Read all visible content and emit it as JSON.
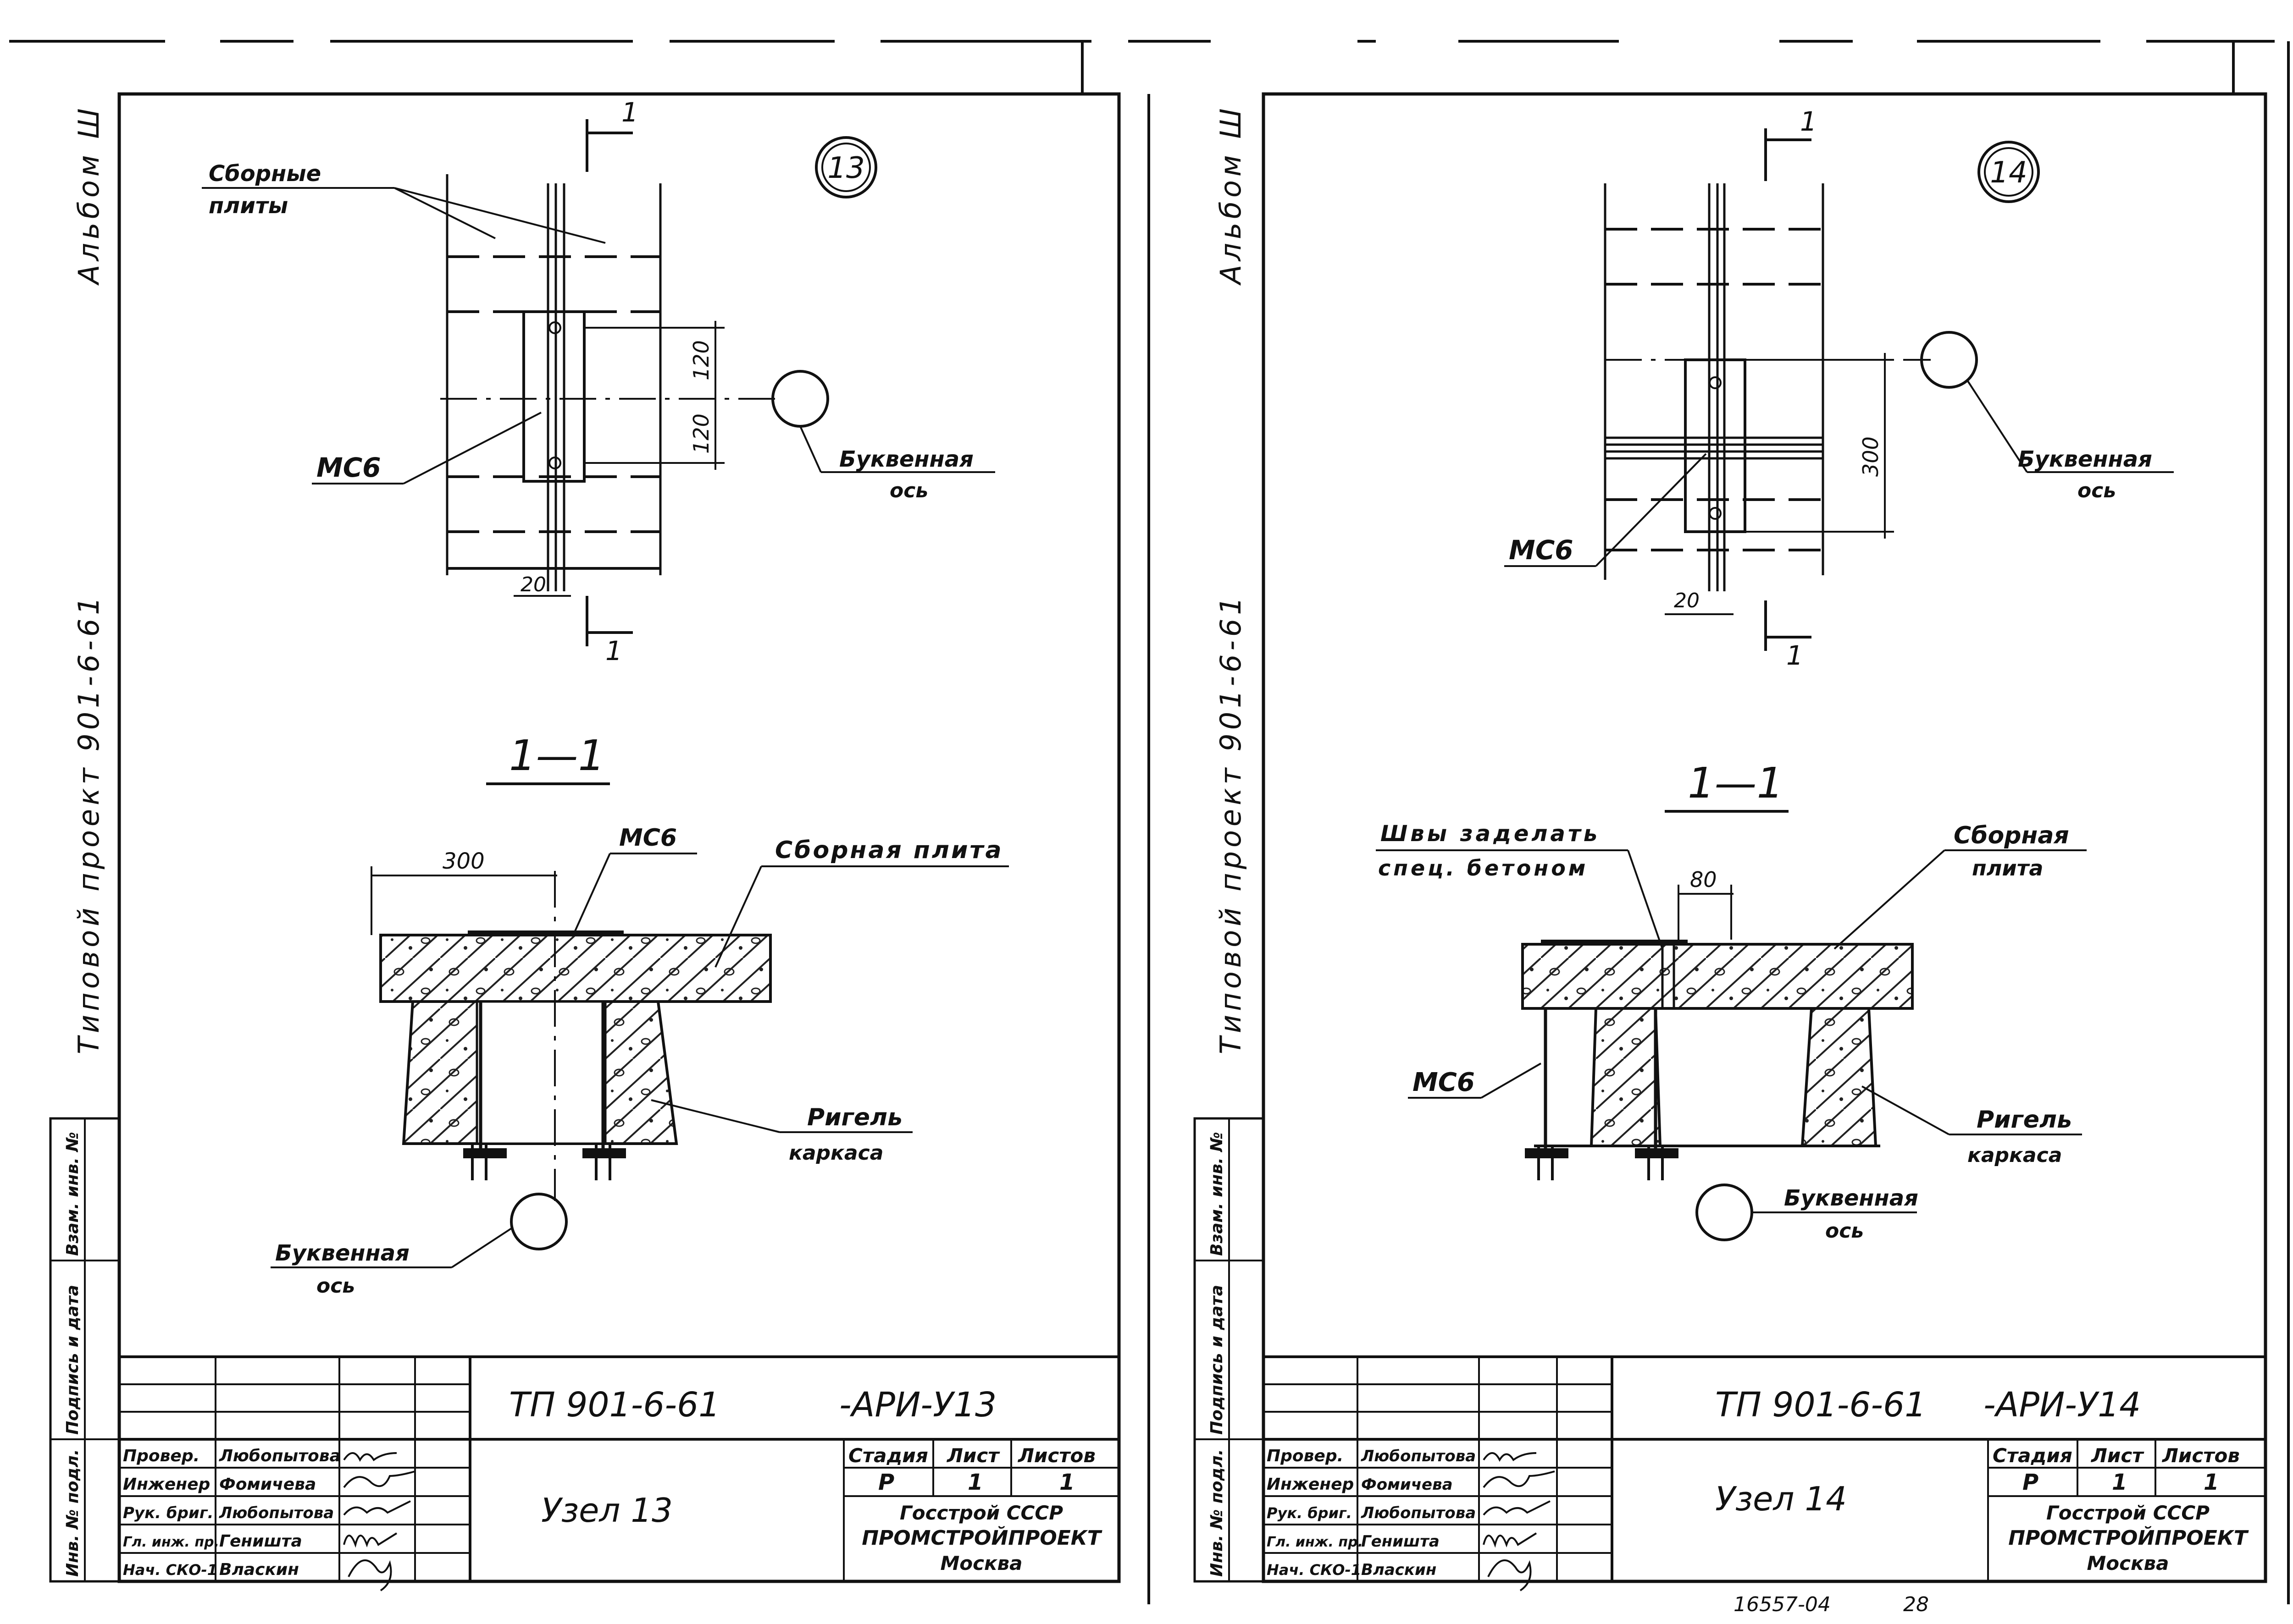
{
  "top_marks": [],
  "sheets": [
    {
      "side_title": "Типовой проект 901-6-61",
      "side_album": "Альбом Ш",
      "stamp_col_1": "Инв. № подл.",
      "stamp_col_2": "Подпись и дата",
      "stamp_col_3": "Взам. инв. №",
      "node_number": "13",
      "section_mark": "1",
      "section_title": "1—1",
      "label_plates": "Сборные",
      "label_plates_2": "плиты",
      "label_ms6": "МС6",
      "label_axis": "Буквенная",
      "label_axis_2": "ось",
      "dim_120a": "120",
      "dim_120b": "120",
      "dim_20": "20",
      "dim_300": "300",
      "label_ms6_sec": "МС6",
      "label_plate_sec": "Сборная плита",
      "label_girder": "Ригель",
      "label_girder_2": "каркаса",
      "label_axis_sec": "Буквенная",
      "label_axis_sec_2": "ось",
      "doc_code": "ТП 901-6-61",
      "doc_suffix": "-АРИ-У13",
      "sheet_title": "Узел 13",
      "col_stage": "Стадия",
      "col_sheet": "Лист",
      "col_sheets": "Листов",
      "val_stage": "Р",
      "val_sheet": "1",
      "val_sheets": "1",
      "org_1": "Госстрой СССР",
      "org_2": "ПРОМСТРОЙПРОЕКТ",
      "org_3": "Москва",
      "staff": [
        {
          "role": "Провер.",
          "name": "Любопытова"
        },
        {
          "role": "Инженер",
          "name": "Фомичева"
        },
        {
          "role": "Рук. бриг.",
          "name": "Любопытова"
        },
        {
          "role": "Гл. инж. пр.",
          "name": "Геништа"
        },
        {
          "role": "Нач. СКО-1",
          "name": "Власкин"
        }
      ]
    },
    {
      "side_title": "Типовой проект 901-6-61",
      "side_album": "Альбом Ш",
      "stamp_col_1": "Инв. № подл.",
      "stamp_col_2": "Подпись и дата",
      "stamp_col_3": "Взам. инв. №",
      "node_number": "14",
      "section_mark": "1",
      "section_title": "1—1",
      "label_ms6": "МС6",
      "label_axis": "Буквенная",
      "label_axis_2": "ось",
      "dim_300": "300",
      "dim_20": "20",
      "label_seams": "Швы заделать",
      "label_seams_2": "спец. бетоном",
      "dim_80": "80",
      "label_plate_sec": "Сборная",
      "label_plate_sec_2": "плита",
      "label_ms6_sec": "МС6",
      "label_girder": "Ригель",
      "label_girder_2": "каркаса",
      "label_axis_sec": "Буквенная",
      "label_axis_sec_2": "ось",
      "doc_code": "ТП 901-6-61",
      "doc_suffix": "-АРИ-У14",
      "sheet_title": "Узел 14",
      "col_stage": "Стадия",
      "col_sheet": "Лист",
      "col_sheets": "Листов",
      "val_stage": "Р",
      "val_sheet": "1",
      "val_sheets": "1",
      "org_1": "Госстрой СССР",
      "org_2": "ПРОМСТРОЙПРОЕКТ",
      "org_3": "Москва",
      "footer_code": "16557-04",
      "footer_page": "28",
      "staff": [
        {
          "role": "Провер.",
          "name": "Любопытова"
        },
        {
          "role": "Инженер",
          "name": "Фомичева"
        },
        {
          "role": "Рук. бриг.",
          "name": "Любопытова"
        },
        {
          "role": "Гл. инж. пр.",
          "name": "Геништа"
        },
        {
          "role": "Нач. СКО-1",
          "name": "Власкин"
        }
      ]
    }
  ]
}
